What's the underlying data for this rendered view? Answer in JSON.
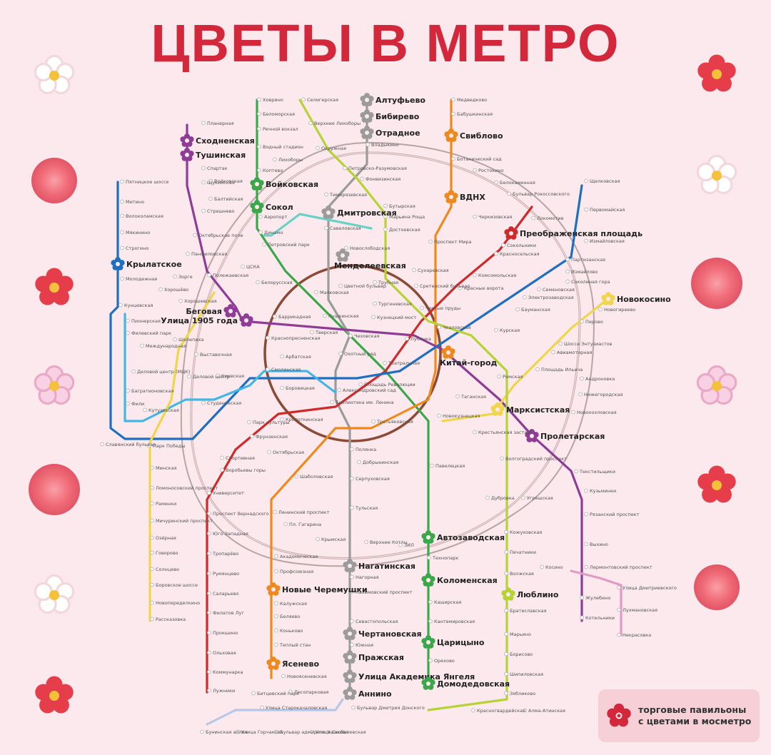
{
  "title": "ЦВЕТЫ В МЕТРО",
  "legend": {
    "line1": "торговые павильоны",
    "line2": "с цветами в мосметро",
    "icon": "flower-icon"
  },
  "colors": {
    "title": "#d3283c",
    "flower_marker": "#d3283c",
    "background": "#fbe9ee",
    "lines": {
      "red": "#cf2a2a",
      "green": "#3aa84a",
      "blue": "#1e6fbf",
      "lightblue": "#44b6e3",
      "brown": "#8b4a35",
      "orange": "#ee8a1d",
      "purple": "#8e3c96",
      "yellow": "#f1d54a",
      "lime": "#b5d334",
      "grey": "#9b9b9b",
      "teal": "#6ad1c6",
      "mcc": "#d8c8c8",
      "bkl": "#8ad3d0",
      "pink": "#e39ac2",
      "lightgray": "#b7c7e8"
    }
  },
  "flower_stations": [
    {
      "label": "Алтуфьево",
      "line": "grey"
    },
    {
      "label": "Бибирево",
      "line": "grey"
    },
    {
      "label": "Отрадное",
      "line": "grey"
    },
    {
      "label": "Свиблово",
      "line": "orange"
    },
    {
      "label": "ВДНХ",
      "line": "orange"
    },
    {
      "label": "Сходненская",
      "line": "purple"
    },
    {
      "label": "Тушинская",
      "line": "purple"
    },
    {
      "label": "Войковская",
      "line": "green"
    },
    {
      "label": "Сокол",
      "line": "green"
    },
    {
      "label": "Дмитровская",
      "line": "grey"
    },
    {
      "label": "Менделеевская",
      "line": "grey"
    },
    {
      "label": "Преображенская площадь",
      "line": "red"
    },
    {
      "label": "Крылатское",
      "line": "blue"
    },
    {
      "label": "Беговая",
      "line": "purple"
    },
    {
      "label": "Улица 1905 года",
      "line": "purple"
    },
    {
      "label": "Новокосино",
      "line": "yellow"
    },
    {
      "label": "Китай-город",
      "line": "orange"
    },
    {
      "label": "Марксистская",
      "line": "yellow"
    },
    {
      "label": "Пролетарская",
      "line": "purple"
    },
    {
      "label": "Автозаводская",
      "line": "green"
    },
    {
      "label": "Нагатинская",
      "line": "grey"
    },
    {
      "label": "Коломенская",
      "line": "green"
    },
    {
      "label": "Новые Черемушки",
      "line": "orange"
    },
    {
      "label": "Люблино",
      "line": "lime"
    },
    {
      "label": "Чертановская",
      "line": "grey"
    },
    {
      "label": "Пражская",
      "line": "grey"
    },
    {
      "label": "Улица Академика Янгеля",
      "line": "grey"
    },
    {
      "label": "Царицыно",
      "line": "green"
    },
    {
      "label": "Ясенево",
      "line": "orange"
    },
    {
      "label": "Домодедовская",
      "line": "green"
    },
    {
      "label": "Аннино",
      "line": "grey"
    }
  ],
  "stations": [
    "Ховрино",
    "Беломорская",
    "Речной вокзал",
    "Водный стадион",
    "Войковская",
    "Селигерская",
    "Верхние Лихоборы",
    "Окружная",
    "Петровско-Разумовская",
    "Фонвизинская",
    "Медведково",
    "Бабушкинская",
    "Ботанический сад",
    "Ростокино",
    "Белокаменная",
    "Бульвар Рокоссовского",
    "Локомотив",
    "Черкизовская",
    "Щелковская",
    "Первомайская",
    "Измайловская",
    "Партизанская",
    "Измайлово",
    "Соколиная гора",
    "Семеновская",
    "Электрозаводская",
    "Бауманская",
    "Курская",
    "Новогиреево",
    "Перово",
    "Шоссе Энтузиастов",
    "Авиамоторная",
    "Андроновка",
    "Нижегородская",
    "Новохохловская",
    "Площадь Ильича",
    "Римская",
    "Планерная",
    "Спартак",
    "Щукинская",
    "Балтийская",
    "Стрешнево",
    "Октябрьское поле",
    "Панфиловская",
    "Полежаевская",
    "Зорге",
    "Хорошёво",
    "Хорошевская",
    "Пятницкое шоссе",
    "Митино",
    "Волоколамская",
    "Мякинино",
    "Строгино",
    "Молодежная",
    "Кунцевская",
    "Пионерская",
    "Филевский парк",
    "Багратионовская",
    "Фили",
    "Кутузовская",
    "Славянский бульвар",
    "Парк Победы",
    "Минская",
    "Ломоносовский проспект",
    "Раменки",
    "Мичуринский проспект",
    "Озёрная",
    "Говорово",
    "Солнцево",
    "Боровское шоссе",
    "Новопеределкино",
    "Рассказовка",
    "Деловой центр (МЦК)",
    "Деловой центр",
    "Выставочная",
    "Международная",
    "Шелепиха",
    "Студенческая",
    "Киевская",
    "Смоленская",
    "Арбатская",
    "Александровский сад",
    "Библиотека им. Ленина",
    "Боровицкая",
    "Кропоткинская",
    "Парк культуры",
    "Фрунзенская",
    "Спортивная",
    "Воробьевы горы",
    "Университет",
    "Проспект Вернадского",
    "Юго-Западная",
    "Тропарёво",
    "Румянцево",
    "Саларьево",
    "Филатов Луг",
    "Прокшино",
    "Ольховая",
    "Коммунарка",
    "Лужники",
    "Октябрьская",
    "Шаболовская",
    "Ленинский проспект",
    "Пл. Гагарина",
    "Академическая",
    "Профсоюзная",
    "Калужская",
    "Беляево",
    "Коньково",
    "Теплый стан",
    "Новоясеневская",
    "Битцевский парк",
    "Лесопарковая",
    "Улица Старокачаловская",
    "Бунинская аллея",
    "Улица Горчакова",
    "Бульвар адмирала Ушакова",
    "Улица Скобелевская",
    "Бульвар Дмитрия Донского",
    "Крымская",
    "Тульская",
    "Серпуховская",
    "Полянка",
    "Добрынинская",
    "Павелецкая",
    "Нагорная",
    "Нахимовский проспект",
    "Севастопольская",
    "Южная",
    "Верхние Котлы",
    "ЗИЛ",
    "Технопарк",
    "Кантемировская",
    "Каширская",
    "Орехово",
    "Красногвардейская",
    "Алма-Атинская",
    "Зябликово",
    "Шипиловская",
    "Борисово",
    "Марьино",
    "Братиславская",
    "Волжская",
    "Печатники",
    "Кожуховская",
    "Дубровка",
    "Угрешская",
    "Волгоградский проспект",
    "Крестьянская застава",
    "Таганская",
    "Новокузнецкая",
    "Третьяковская",
    "Текстильщики",
    "Кузьминки",
    "Рязанский проспект",
    "Выхино",
    "Лермонтовский проспект",
    "Жулебино",
    "Котельники",
    "Косино",
    "Улица Дмитриевского",
    "Лухмановская",
    "Некрасовка",
    "Тимирязевская",
    "Бутырская",
    "Марьина Роща",
    "Достоевская",
    "Савеловская",
    "Новослободская",
    "Проспект Мира",
    "Сухаревская",
    "Трубная",
    "Цветной бульвар",
    "Сретенский бульвар",
    "Тургеневская",
    "Чистые пруды",
    "Красные ворота",
    "Комсомольская",
    "Красносельская",
    "Сокольники",
    "Чкаловская",
    "Лубянка",
    "Кузнецкий мост",
    "Пушкинская",
    "Тверская",
    "Чеховская",
    "Охотный ряд",
    "Театральная",
    "Площадь Революции",
    "Баррикадная",
    "Краснопресненская",
    "Маяковская",
    "Белорусская",
    "Динамо",
    "Петровский парк",
    "ЦСКА",
    "Аэропорт",
    "Коптево",
    "Лихоборы",
    "Владыкино"
  ]
}
